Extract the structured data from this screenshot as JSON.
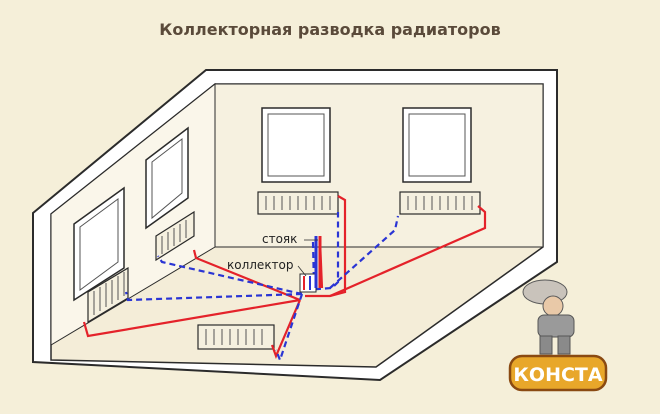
{
  "diagram": {
    "title": "Коллекторная разводка радиаторов",
    "labels": {
      "riser": "стояк",
      "manifold": "коллектор"
    }
  },
  "logo": {
    "text": "КОНСТА"
  },
  "colors": {
    "background": "#f5efd9",
    "wall_fill": "#ffffff",
    "wall_stroke": "#2b2b2b",
    "floor_fill": "#f3ecd6",
    "supply_pipe": "#e4222a",
    "return_pipe": "#2a35d4",
    "logo_badge": "#e8a72a"
  }
}
